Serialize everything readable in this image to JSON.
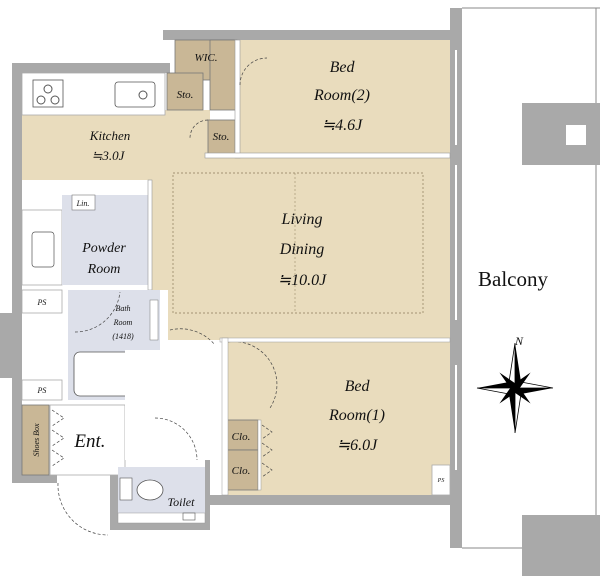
{
  "rooms": {
    "bedroom2": {
      "name1": "Bed",
      "name2": "Room(2)",
      "size": "≒4.6J"
    },
    "living": {
      "name1": "Living",
      "name2": "Dining",
      "size": "≒10.0J"
    },
    "bedroom1": {
      "name1": "Bed",
      "name2": "Room(1)",
      "size": "≒6.0J"
    },
    "kitchen": {
      "name": "Kitchen",
      "size": "≒3.0J"
    },
    "powder": {
      "name1": "Powder",
      "name2": "Room"
    },
    "bath": {
      "name1": "Bath",
      "name2": "Room",
      "spec": "(1418)"
    },
    "balcony": {
      "name": "Balcony"
    },
    "entrance": {
      "name": "Ent."
    },
    "toilet": {
      "name": "Toilet"
    }
  },
  "storage": {
    "wic": "WIC.",
    "sto1": "Sto.",
    "sto2": "Sto.",
    "linen": "Lin.",
    "ps1": "PS",
    "ps2": "PS",
    "ps3": "PS",
    "shoes": "Shoes Box",
    "clo1": "Clo.",
    "clo2": "Clo."
  },
  "compass": {
    "north": "N"
  }
}
